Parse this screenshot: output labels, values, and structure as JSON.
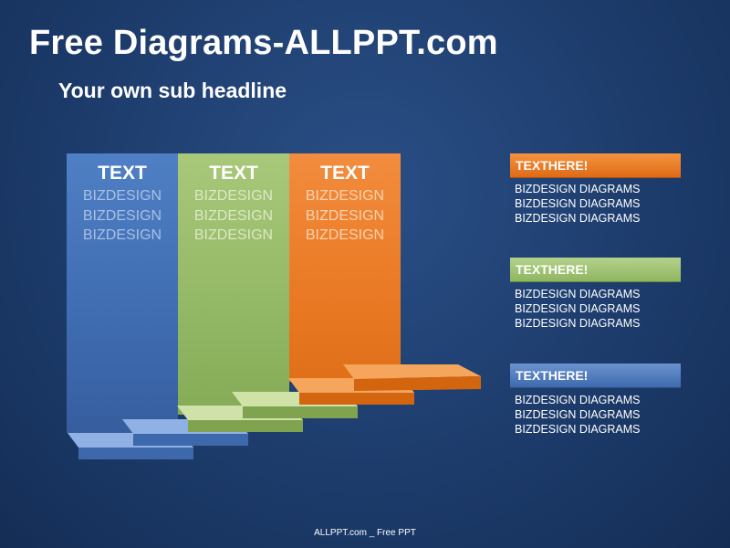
{
  "slide": {
    "title": "Free Diagrams-ALLPPT.com",
    "subtitle": "Your own sub headline",
    "footer": "ALLPPT.com _ Free PPT"
  },
  "panels": [
    {
      "heading": "TEXT",
      "lines": [
        "BIZDESIGN",
        "BIZDESIGN",
        "BIZDESIGN"
      ],
      "color": "#4a78bd"
    },
    {
      "heading": "TEXT",
      "lines": [
        "BIZDESIGN",
        "BIZDESIGN",
        "BIZDESIGN"
      ],
      "color": "#9dc06f"
    },
    {
      "heading": "TEXT",
      "lines": [
        "BIZDESIGN",
        "BIZDESIGN",
        "BIZDESIGN"
      ],
      "color": "#ee8230"
    }
  ],
  "legend": [
    {
      "title": "TEXTHERE!",
      "lines": [
        "BIZDESIGN  DIAGRAMS",
        "BIZDESIGN  DIAGRAMS",
        "BIZDESIGN  DIAGRAMS"
      ],
      "color": "#ee8230"
    },
    {
      "title": "TEXTHERE!",
      "lines": [
        "BIZDESIGN  DIAGRAMS",
        "BIZDESIGN  DIAGRAMS",
        "BIZDESIGN  DIAGRAMS"
      ],
      "color": "#9dc06f"
    },
    {
      "title": "TEXTHERE!",
      "lines": [
        "BIZDESIGN  DIAGRAMS",
        "BIZDESIGN  DIAGRAMS",
        "BIZDESIGN  DIAGRAMS"
      ],
      "color": "#4a78bd"
    }
  ]
}
